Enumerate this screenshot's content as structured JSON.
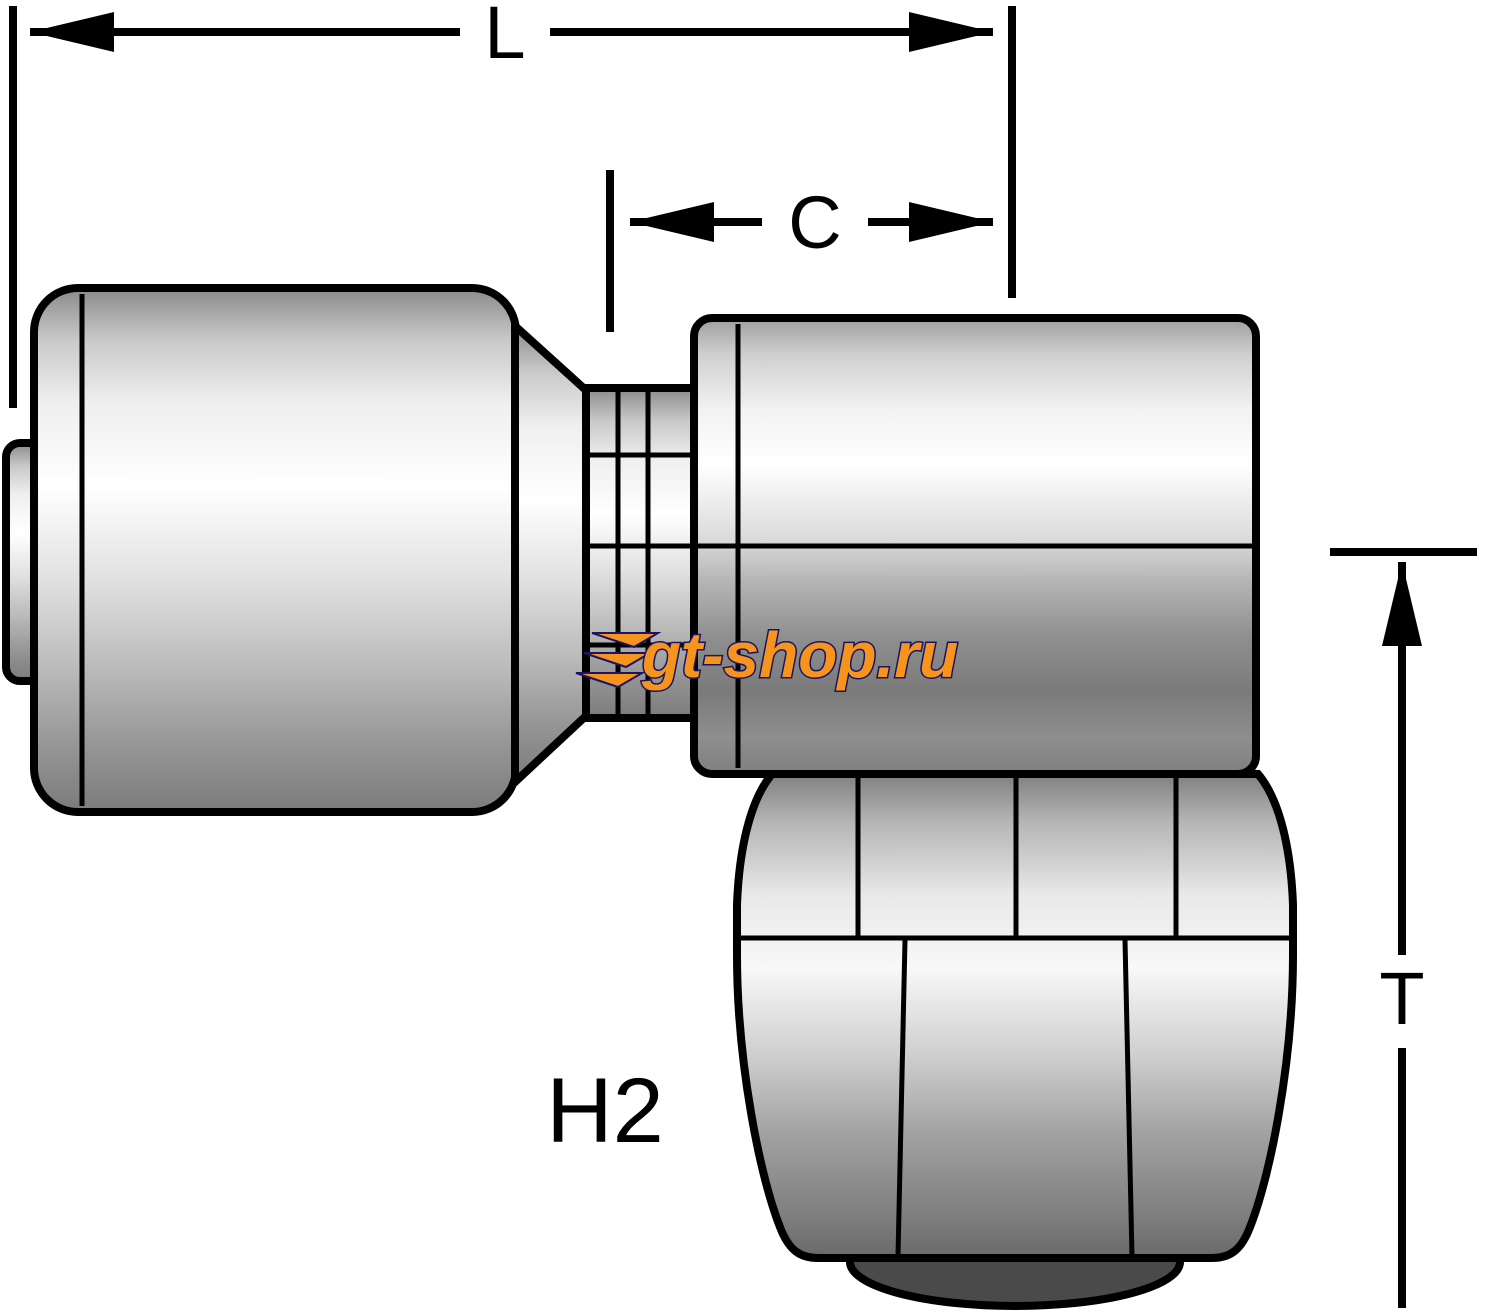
{
  "diagram": {
    "part_label": "H2",
    "dimensions": {
      "l": "L",
      "c": "C",
      "t": "T"
    },
    "watermark": {
      "text": "gt-shop.ru",
      "fill": "#f7941e",
      "outline": "#1b1464"
    },
    "colors": {
      "line": "#000000",
      "background": "#ffffff",
      "metal_light": "#ffffff",
      "metal_mid": "#c9c9c9",
      "metal_dark": "#7b7b7b"
    }
  }
}
